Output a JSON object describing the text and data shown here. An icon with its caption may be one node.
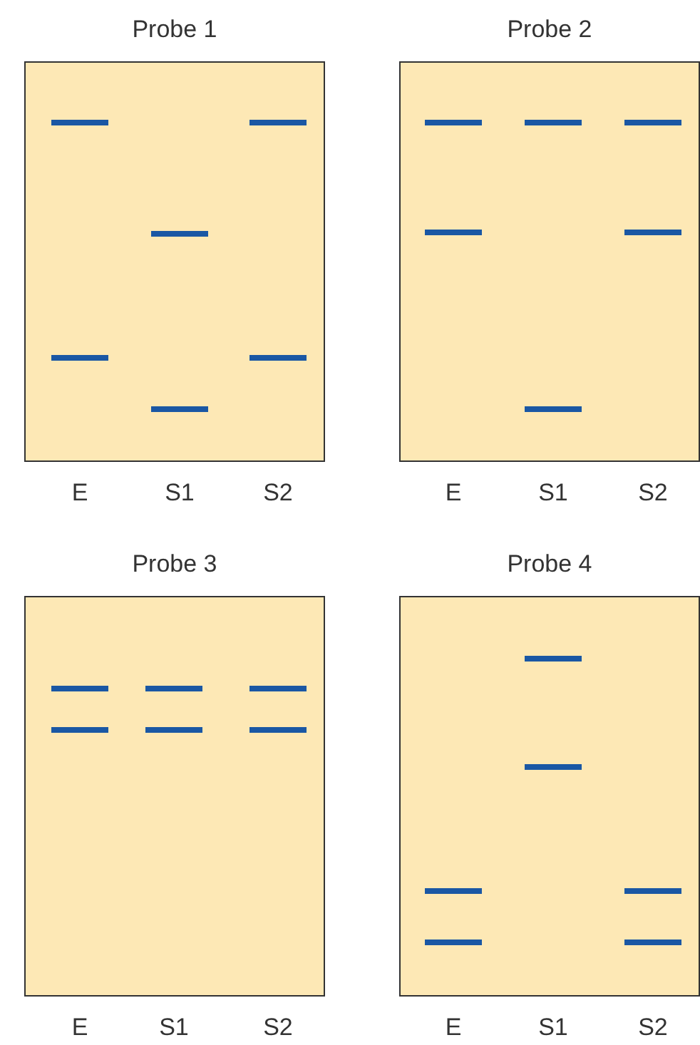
{
  "diagram": {
    "nodes": [
      {
        "text": [
          "Probe 1"
        ],
        "beside": [
          "E",
          "S1",
          "S2"
        ]
      },
      {
        "text": [
          "Probe 2"
        ],
        "beside": [
          "E",
          "S1",
          "S2"
        ]
      },
      {
        "text": [
          "Probe 3"
        ],
        "beside": [
          "E",
          "S1",
          "S2"
        ]
      },
      {
        "text": [
          "Probe 4"
        ],
        "beside": [
          "E",
          "S1",
          "S2"
        ]
      }
    ]
  }
}
